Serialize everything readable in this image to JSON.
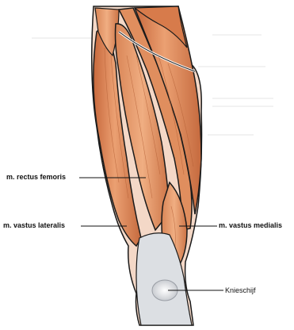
{
  "labels": {
    "rectus_femoris": "m. rectus femoris",
    "vastus_lateralis": "m. vastus lateralis",
    "vastus_medialis": "m. vastus medialis",
    "kneecap": "Knieschijf"
  },
  "colors": {
    "muscle_light": "#e99a6a",
    "muscle_mid": "#d9784a",
    "muscle_dark": "#b85a32",
    "outline": "#1a1a1a",
    "tendon": "#dcdfe3",
    "bone": "#f3f3f3",
    "faint_line": "#e2e2e2"
  }
}
